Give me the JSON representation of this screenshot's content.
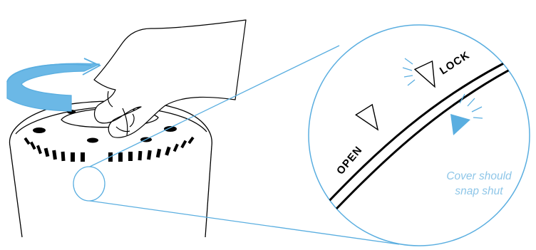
{
  "illustration": {
    "label_open": "OPEN",
    "label_lock": "LOCK",
    "caption_line1": "Cover should",
    "caption_line2": "snap shut"
  },
  "colors": {
    "accent": "#5aaee0",
    "accent_fill": "#6bb8e6",
    "line": "#000000",
    "caption": "#8ec6e8",
    "background": "#ffffff"
  },
  "icons": {
    "rotation_arrow": "curved-arrow-icon",
    "hand": "hand-icon",
    "open_marker": "triangle-down-outline-icon",
    "lock_marker": "triangle-down-outline-icon",
    "snap_indicator": "triangle-filled-icon"
  }
}
